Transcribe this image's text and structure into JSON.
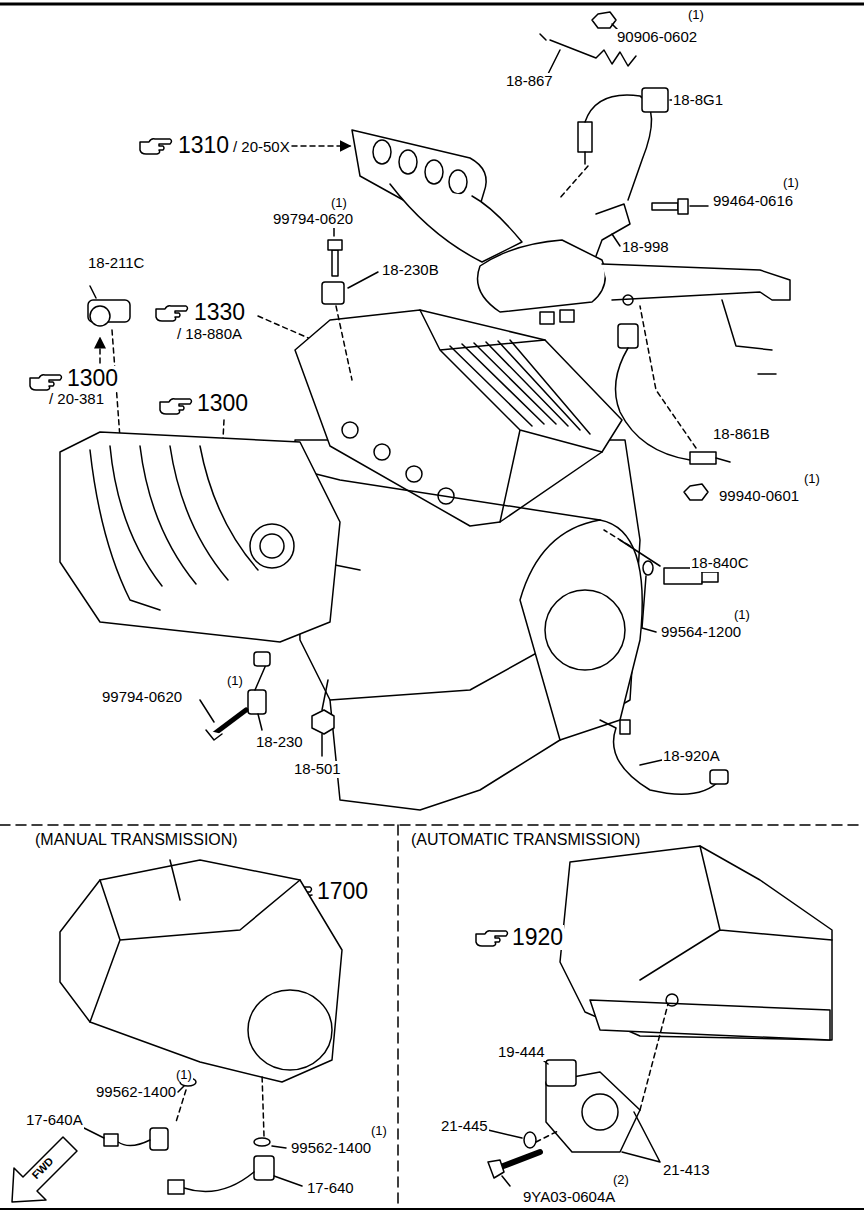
{
  "diagram": {
    "labels": [
      "(1)",
      "90906-0602",
      "18-867",
      "18-8G1",
      "1310",
      "/ 20-50X",
      "(1)",
      "99464-0616",
      "(1)",
      "99794-0620",
      "18-998",
      "18-211C",
      "18-230B",
      "1330",
      "/ 18-880A",
      "1300",
      "/ 20-381",
      "1300",
      "18-861B",
      "(1)",
      "99940-0601",
      "18-840C",
      "(1)",
      "99564-1200",
      "(1)",
      "99794-0620",
      "18-230",
      "18-501",
      "18-920A",
      "(MANUAL TRANSMISSION)",
      "(AUTOMATIC TRANSMISSION)",
      "1700",
      "1920",
      "(1)",
      "99562-1400",
      "19-444",
      "21-445",
      "(1)",
      "99562-1400",
      "17-640A",
      "21-413",
      "17-640",
      "(2)",
      "9YA03-0604A",
      "FWD"
    ]
  }
}
